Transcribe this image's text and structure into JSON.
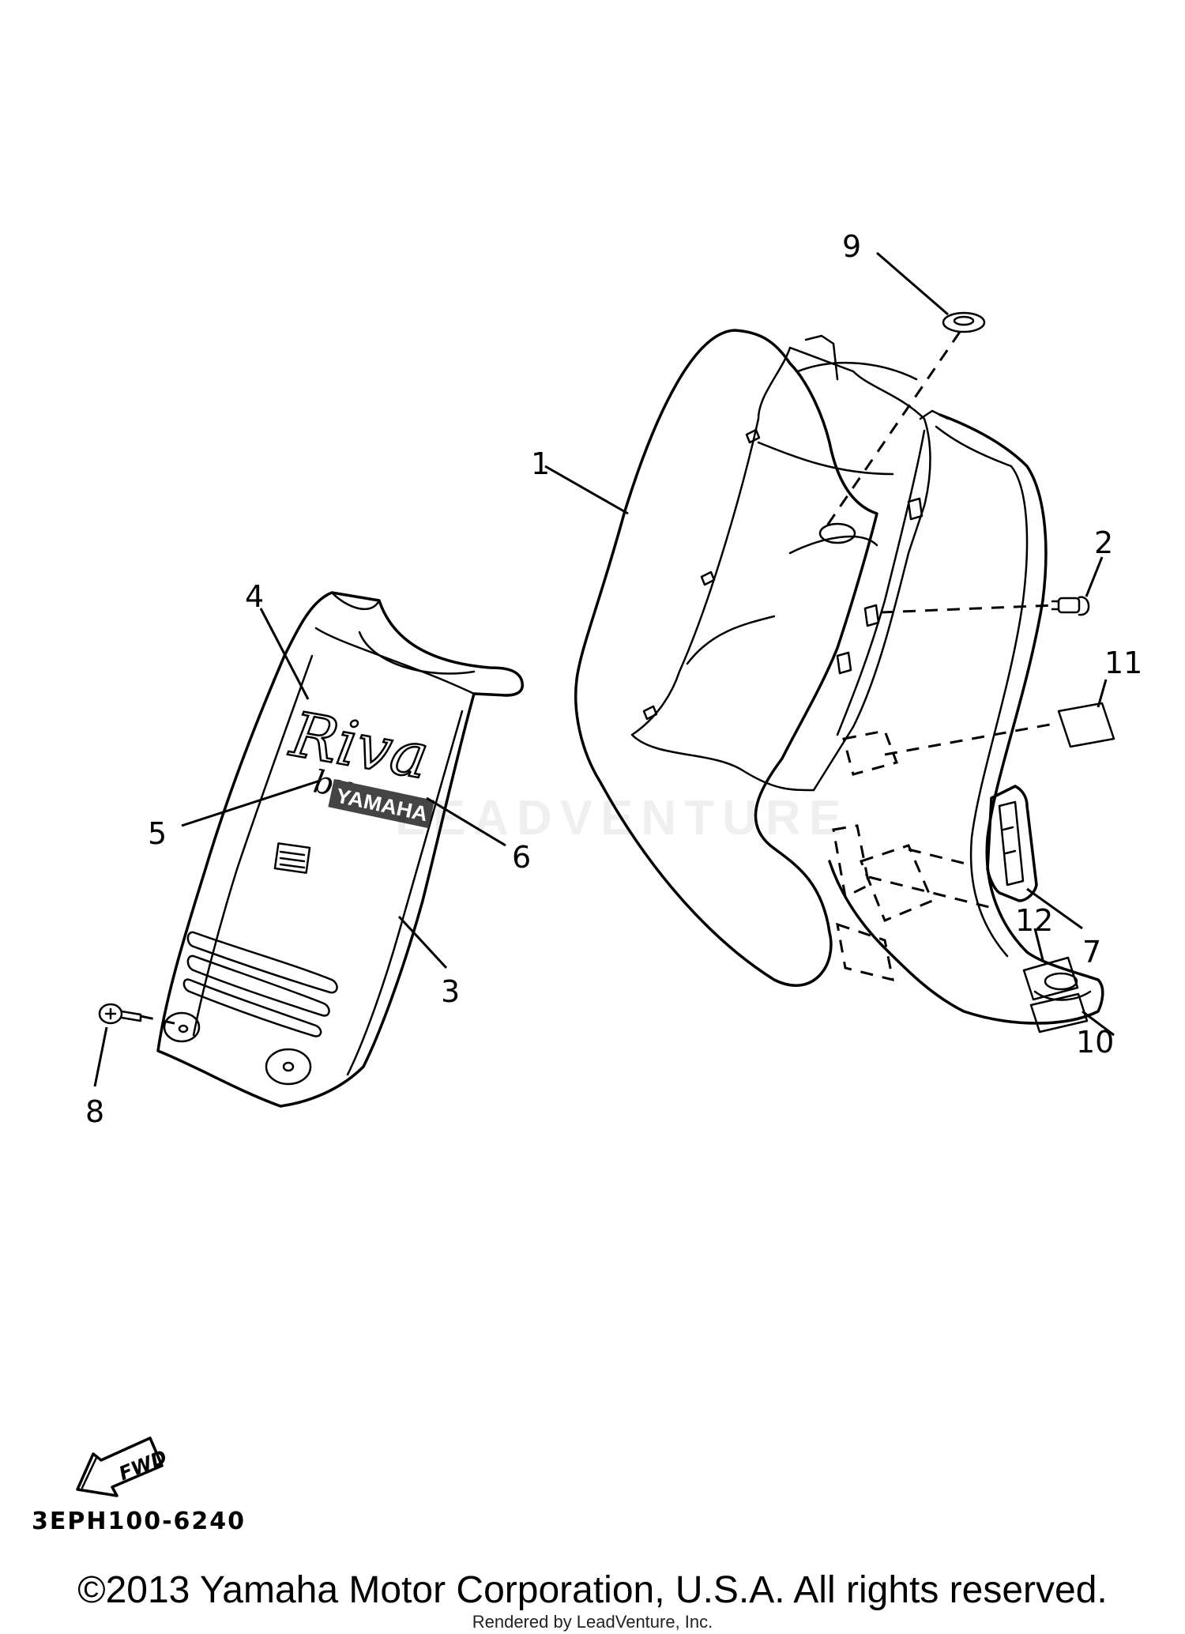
{
  "callouts": [
    {
      "id": "1",
      "label": "1"
    },
    {
      "id": "2",
      "label": "2"
    },
    {
      "id": "3",
      "label": "3"
    },
    {
      "id": "4",
      "label": "4"
    },
    {
      "id": "5",
      "label": "5"
    },
    {
      "id": "6",
      "label": "6"
    },
    {
      "id": "7",
      "label": "7"
    },
    {
      "id": "8",
      "label": "8"
    },
    {
      "id": "9",
      "label": "9"
    },
    {
      "id": "10",
      "label": "10"
    },
    {
      "id": "11",
      "label": "11"
    },
    {
      "id": "12",
      "label": "12"
    }
  ],
  "decal": {
    "script_text": "Riva",
    "by_text": "by",
    "brand_text": "YAMAHA"
  },
  "fwd_label": "FWD",
  "watermark": "LEADVENTURE",
  "diagram_code": "3EPH100-6240",
  "copyright": "©2013 Yamaha Motor Corporation, U.S.A. All rights reserved.",
  "rendered_by": "Rendered by LeadVenture, Inc."
}
